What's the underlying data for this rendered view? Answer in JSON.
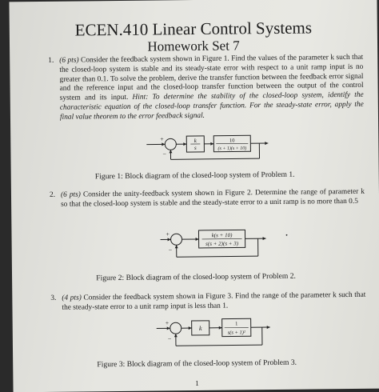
{
  "header": {
    "title": "ECEN.410 Linear Control Systems",
    "subtitle": "Homework Set 7"
  },
  "problems": [
    {
      "number": "1.",
      "points": "(6 pts)",
      "body": "Consider the feedback system shown in Figure 1. Find the values of the parameter k such that the closed-loop system is stable and its steady-state error with respect to a unit ramp input is no greater than 0.1. To solve the problem, derive the transfer function between the feedback error signal and the reference input and the closed-loop transfer function between the output of the control system and its input.",
      "hint": "Hint: To determine the stability of the closed-loop system, identify the characteristic equation of the closed-loop transfer function. For the steady-state error, apply the final value theorem to the error feedback signal.",
      "caption": "Figure 1: Block diagram of the closed-loop system of Problem 1.",
      "diagram": {
        "block1_num": "k",
        "block1_den": "s",
        "block2_num": "10",
        "block2_den": "(s + 1)(s + 10)",
        "plus": "+",
        "minus": "−"
      }
    },
    {
      "number": "2.",
      "points": "(6 pts)",
      "body": "Consider the unity-feedback system shown in Figure 2. Determine the range of parameter k so that the closed-loop system is stable and the steady-state error to a unit ramp is no more than 0.5",
      "caption": "Figure 2: Block diagram of the closed-loop system of Problem 2.",
      "diagram": {
        "block_num": "k(s + 10)",
        "block_den": "s(s + 2)(s + 3)",
        "plus": "+",
        "minus": "−"
      }
    },
    {
      "number": "3.",
      "points": "(4 pts)",
      "body": "Consider the feedback system shown in Figure 3. Find the range of the parameter k such that the steady-state error to a unit ramp input is less than 1.",
      "caption": "Figure 3: Block diagram of the closed-loop system of Problem 3.",
      "diagram": {
        "block1": "k",
        "block2_num": "1",
        "block2_den": "s(s + 1)²",
        "plus": "+",
        "minus": "−"
      }
    }
  ],
  "page_number": "1"
}
